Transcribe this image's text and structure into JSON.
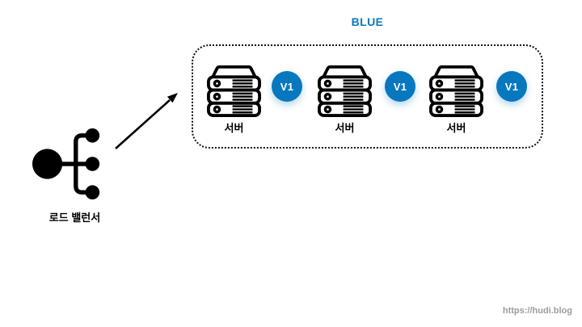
{
  "group": {
    "title": "BLUE",
    "servers": [
      {
        "label": "서버",
        "badge": "V1"
      },
      {
        "label": "서버",
        "badge": "V1"
      },
      {
        "label": "서버",
        "badge": "V1"
      }
    ]
  },
  "load_balancer": {
    "label": "로드 밸런서"
  },
  "colors": {
    "accent_blue": "#0878be",
    "badge_text": "#ffffff",
    "outline_black": "#000000",
    "watermark_gray": "#9c9c9c"
  },
  "watermark": "https://hudi.blog"
}
